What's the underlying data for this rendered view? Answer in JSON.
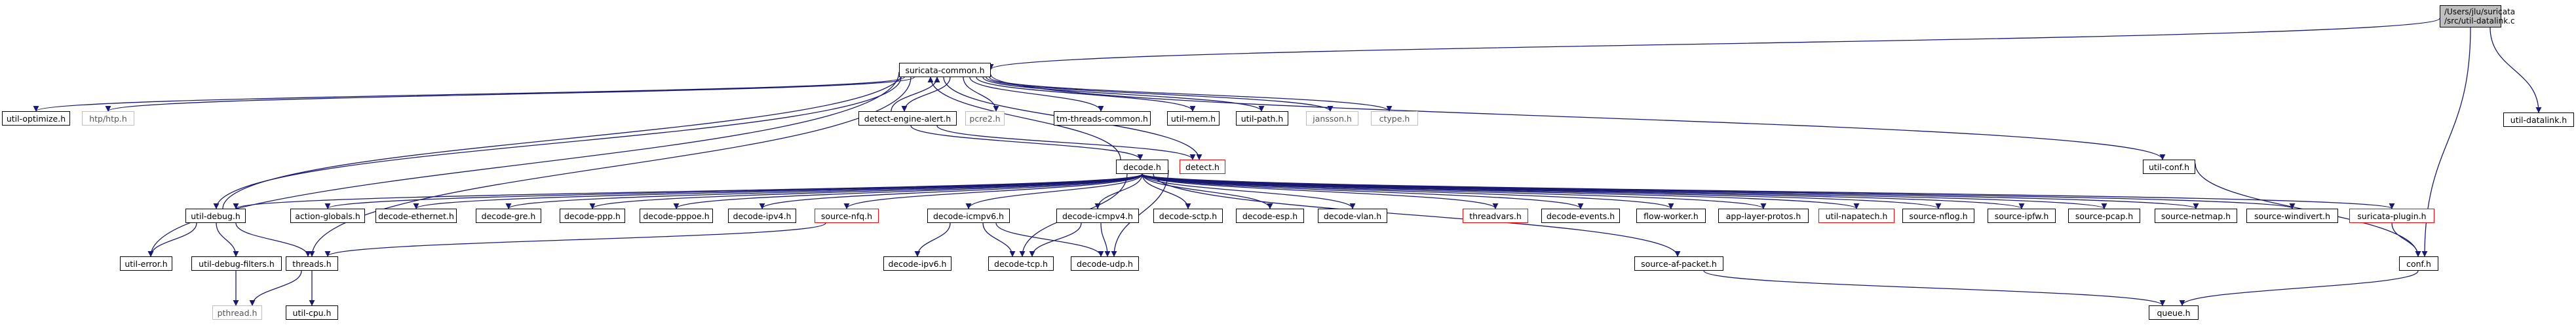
{
  "graph": {
    "root": {
      "line1": "/Users/jlu/suricata",
      "line2": "/src/util-datalink.c"
    },
    "nodes": {
      "util_datalink": "util-datalink.h",
      "suricata_common": "suricata-common.h",
      "util_optimize": "util-optimize.h",
      "htp": "htp/htp.h",
      "detect_engine_alert": "detect-engine-alert.h",
      "pcre2": "pcre2.h",
      "tm_threads_common": "tm-threads-common.h",
      "util_mem": "util-mem.h",
      "util_path": "util-path.h",
      "jansson": "jansson.h",
      "ctype": "ctype.h",
      "util_conf": "util-conf.h",
      "decode": "decode.h",
      "detect": "detect.h",
      "util_debug": "util-debug.h",
      "action_globals": "action-globals.h",
      "decode_ethernet": "decode-ethernet.h",
      "decode_gre": "decode-gre.h",
      "decode_ppp": "decode-ppp.h",
      "decode_pppoe": "decode-pppoe.h",
      "decode_ipv4": "decode-ipv4.h",
      "source_nfq": "source-nfq.h",
      "decode_icmpv6": "decode-icmpv6.h",
      "decode_icmpv4": "decode-icmpv4.h",
      "decode_sctp": "decode-sctp.h",
      "decode_esp": "decode-esp.h",
      "decode_vlan": "decode-vlan.h",
      "threadvars": "threadvars.h",
      "decode_events": "decode-events.h",
      "flow_worker": "flow-worker.h",
      "app_layer_protos": "app-layer-protos.h",
      "util_napatech": "util-napatech.h",
      "source_nflog": "source-nflog.h",
      "source_ipfw": "source-ipfw.h",
      "source_pcap": "source-pcap.h",
      "source_netmap": "source-netmap.h",
      "source_windivert": "source-windivert.h",
      "suricata_plugin": "suricata-plugin.h",
      "conf": "conf.h",
      "util_error": "util-error.h",
      "util_debug_filters": "util-debug-filters.h",
      "threads": "threads.h",
      "decode_ipv6": "decode-ipv6.h",
      "decode_tcp": "decode-tcp.h",
      "decode_udp": "decode-udp.h",
      "source_af_packet": "source-af-packet.h",
      "pthread": "pthread.h",
      "util_cpu": "util-cpu.h",
      "queue": "queue.h"
    },
    "colors": {
      "edge": "#191970",
      "external_border": "#bfbfbf",
      "missing_border": "#ff0000",
      "root_fill": "#bfbfbf"
    }
  }
}
